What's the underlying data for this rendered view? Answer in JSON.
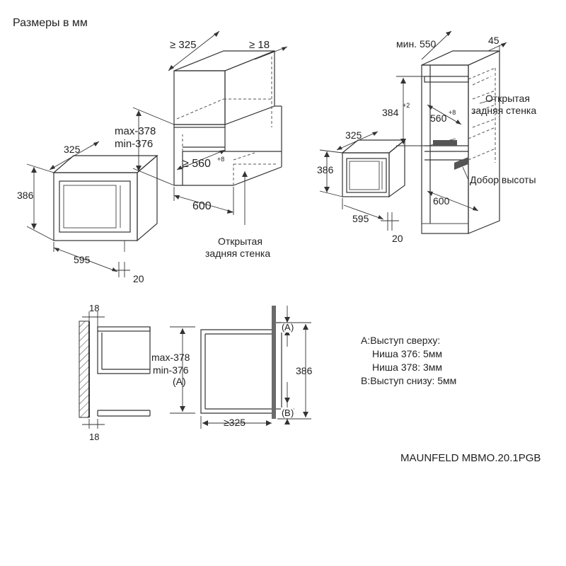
{
  "title": "Размеры в мм",
  "model": "MAUNFELD MBMO.20.1PGB",
  "left_scheme": {
    "niche_depth": "≥ 325",
    "panel": "≥ 18",
    "height_max": "max-378",
    "height_min": "min-376",
    "niche_width": "≥ 560",
    "niche_width_tol": "+8",
    "cabinet_depth": "600",
    "open_back_1": "Открытая",
    "open_back_2": "задняя стенка",
    "oven_depth": "325",
    "oven_height": "386",
    "oven_width": "595",
    "oven_frame": "20"
  },
  "right_scheme": {
    "min_depth": "мин. 550",
    "panel": "45",
    "niche_height": "384",
    "niche_height_tol": "+2",
    "niche_width": "560",
    "niche_width_tol": "+8",
    "open_back_1": "Открытая",
    "open_back_2": "задняя стенка",
    "height_fill": "Добор высоты",
    "cabinet_depth": "600",
    "oven_depth": "325",
    "oven_height": "386",
    "oven_width": "595",
    "oven_frame": "20"
  },
  "side_view": {
    "top_panel": "18",
    "bottom_panel": "18",
    "height_max": "max-378",
    "height_min": "min-376",
    "height_ref": "(A)",
    "depth": "≥325",
    "marker_a": "A",
    "marker_b": "B",
    "oven_height": "386"
  },
  "notes": [
    "A:Выступ сверху:",
    "Ниша 376: 5мм",
    "Ниша 378: 3мм",
    "B:Выступ снизу: 5мм"
  ]
}
